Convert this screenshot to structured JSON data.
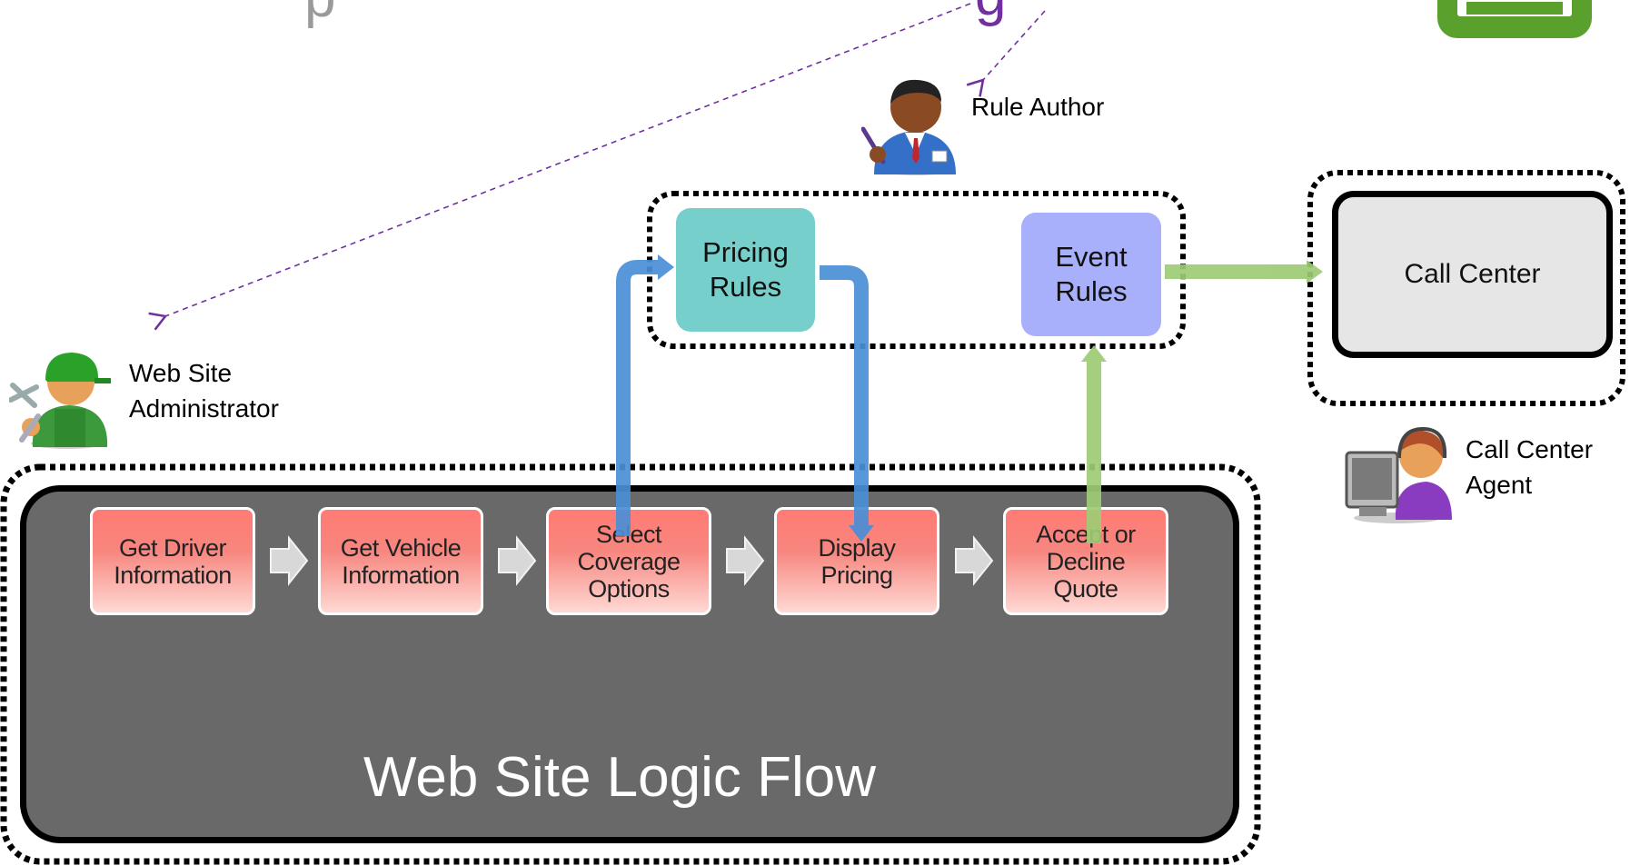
{
  "header": {
    "partial_title_left": "p",
    "partial_title_right": "g"
  },
  "actors": {
    "rule_author": "Rule Author",
    "web_admin_line1": "Web Site",
    "web_admin_line2": "Administrator",
    "call_agent_line1": "Call Center",
    "call_agent_line2": "Agent"
  },
  "rules": {
    "pricing_line1": "Pricing",
    "pricing_line2": "Rules",
    "event_line1": "Event",
    "event_line2": "Rules"
  },
  "call_center": {
    "label": "Call Center"
  },
  "flow": {
    "title": "Web Site Logic Flow",
    "steps": [
      {
        "line1": "Get Driver",
        "line2": "Information",
        "line3": ""
      },
      {
        "line1": "Get Vehicle",
        "line2": "Information",
        "line3": ""
      },
      {
        "line1": "Select",
        "line2": "Coverage",
        "line3": "Options"
      },
      {
        "line1": "Display",
        "line2": "Pricing",
        "line3": ""
      },
      {
        "line1": "Accept or",
        "line2": "Decline",
        "line3": "Quote"
      }
    ]
  },
  "colors": {
    "flow_panel": "#696969",
    "step_fill": "#f7867f",
    "pricing_rules": "#76cfcb",
    "event_rules": "#a8b0fb",
    "blue_arrow": "#4a8fd6",
    "green_arrow": "#9ccc75",
    "dashed_link": "#7030a0",
    "call_center_fill": "#e6e6e6"
  },
  "icons": [
    "rule-author-person-icon",
    "web-admin-mechanic-icon",
    "call-center-agent-icon",
    "logo-corner-icon"
  ]
}
